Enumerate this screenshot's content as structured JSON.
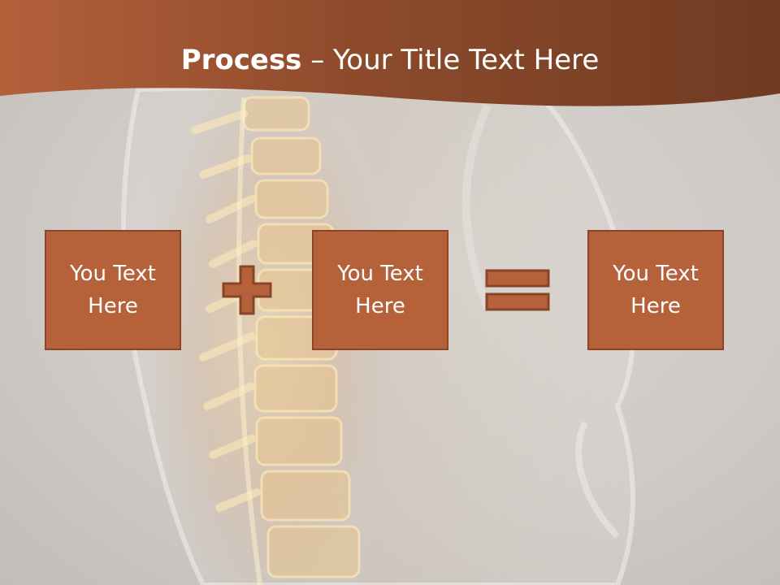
{
  "slide": {
    "title_bold": "Process",
    "title_rest": " – Your Title Text Here",
    "boxes": [
      {
        "line1": "You Text",
        "line2": "Here"
      },
      {
        "line1": "You Text",
        "line2": "Here"
      },
      {
        "line1": "You Text",
        "line2": "Here"
      }
    ],
    "operators": [
      "plus-icon",
      "equals-icon"
    ],
    "background_image": "spine-xray-illustration"
  },
  "colors": {
    "accent": "#b5623a",
    "accent_border": "#8a4427",
    "header": "#8b4a2b",
    "background": "#cfcbc6",
    "text": "#ffffff"
  }
}
